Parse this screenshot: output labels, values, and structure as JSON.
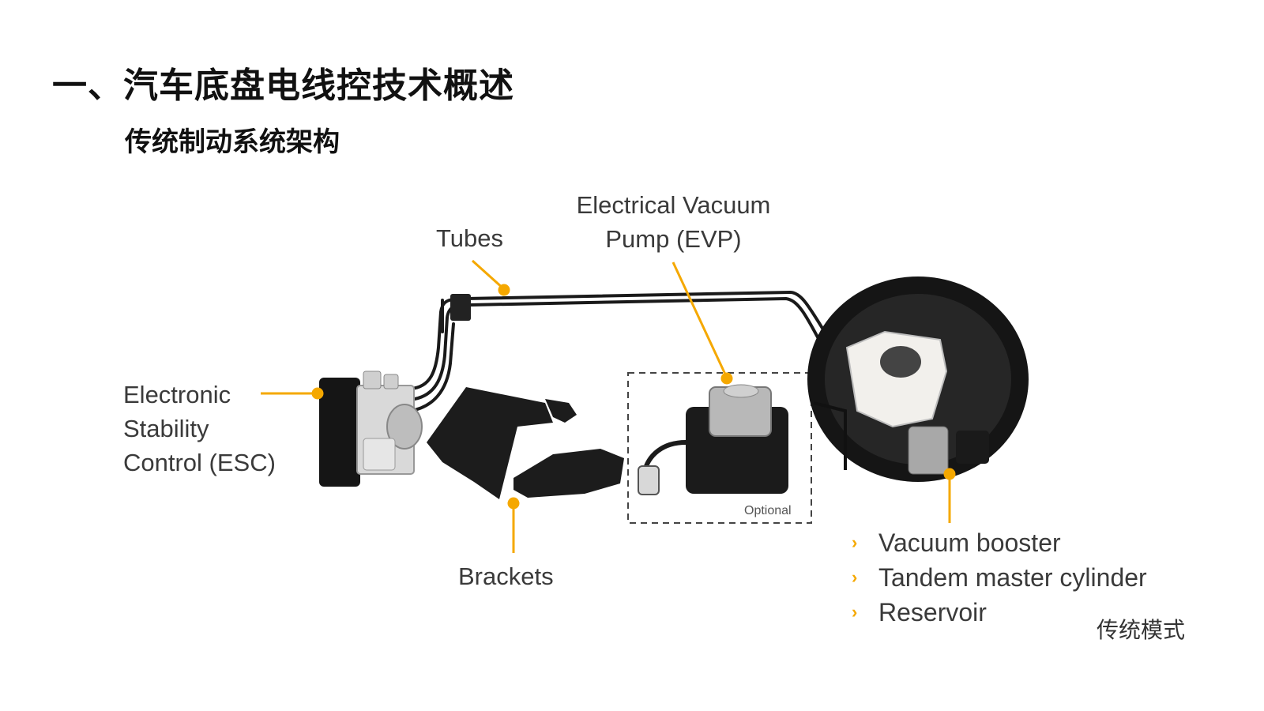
{
  "header": {
    "title": "一、汽车底盘电线控技术概述",
    "subtitle": "传统制动系统架构"
  },
  "diagram": {
    "labels": {
      "tubes": "Tubes",
      "evp_line1": "Electrical Vacuum",
      "evp_line2": "Pump (EVP)",
      "esc_line1": "Electronic",
      "esc_line2": "Stability",
      "esc_line3": "Control (ESC)",
      "brackets": "Brackets",
      "optional": "Optional"
    },
    "booster_list": [
      "Vacuum booster",
      "Tandem master cylinder",
      "Reservoir"
    ],
    "accent_color": "#f5a800",
    "mode_label": "传统模式"
  }
}
